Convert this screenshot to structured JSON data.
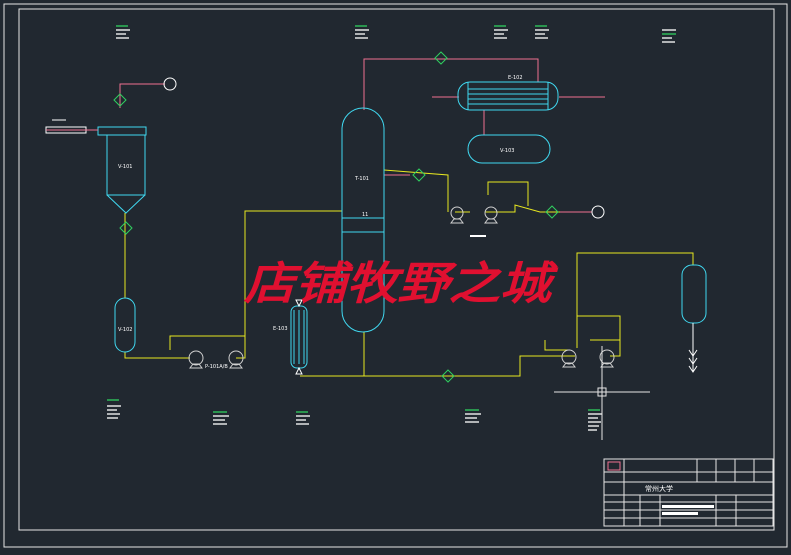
{
  "drawing": {
    "background": "#212830",
    "colors": {
      "frame": "#e6e6e6",
      "equipment": "#40d8f0",
      "process_line": "#e8e820",
      "utility_line": "#f07090",
      "valve": "#30d060",
      "pump": "#d0d0d0",
      "watermark": "#e01030",
      "label_marks": "#30d060"
    }
  },
  "equipment": {
    "tank_top_tag": "V-101",
    "tank_small_tag": "V-102",
    "pump_left_tag": "P-101A/B",
    "column_tag": "T-101",
    "column_tray": "11",
    "condenser_tag": "E-102",
    "drum_tag": "V-103",
    "exchanger_tag": "E-103"
  },
  "watermark": {
    "text": "店铺牧野之城"
  },
  "title_block": {
    "school": "常州大学",
    "row_labels": [
      "",
      "",
      "",
      ""
    ],
    "top_cells": [
      "",
      "",
      "",
      ""
    ]
  }
}
